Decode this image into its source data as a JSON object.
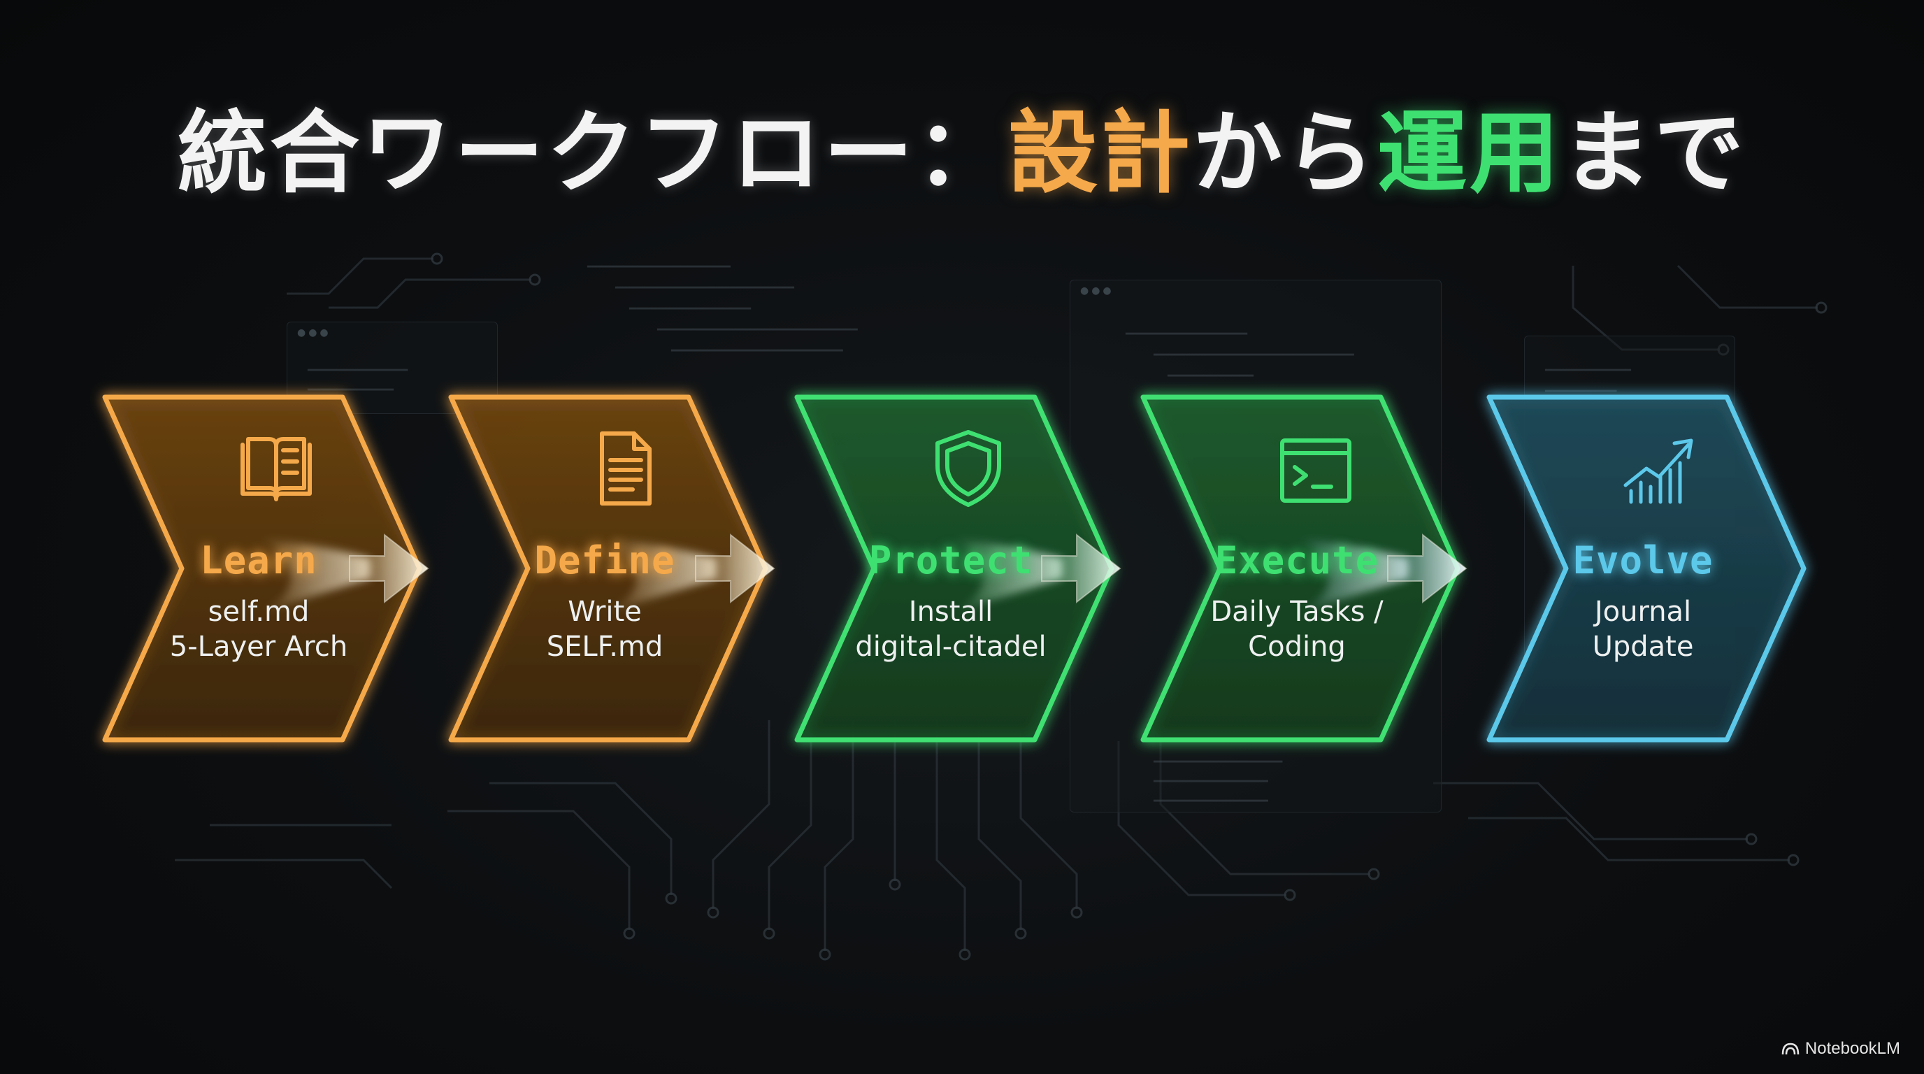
{
  "title": {
    "part1": "統合ワークフロー：",
    "part2": "設計",
    "part3": "から",
    "part4": "運用",
    "part5": "まで"
  },
  "colors": {
    "orange": "#f6a94a",
    "green": "#3fe072",
    "cyan": "#5cc8ea",
    "background": "#0b0d0f"
  },
  "steps": [
    {
      "label": "Learn",
      "sub": "self.md\n5-Layer Arch",
      "icon": "book-icon",
      "color": "#f6a94a"
    },
    {
      "label": "Define",
      "sub": "Write\nSELF.md",
      "icon": "document-icon",
      "color": "#f6a94a"
    },
    {
      "label": "Protect",
      "sub": "Install\ndigital-citadel",
      "icon": "shield-icon",
      "color": "#3fe072"
    },
    {
      "label": "Execute",
      "sub": "Daily Tasks /\nCoding",
      "icon": "terminal-icon",
      "color": "#3fe072"
    },
    {
      "label": "Evolve",
      "sub": "Journal\nUpdate",
      "icon": "growth-chart-icon",
      "color": "#5cc8ea"
    }
  ],
  "brand": {
    "name": "NotebookLM",
    "icon": "notebooklm-logo-icon"
  }
}
